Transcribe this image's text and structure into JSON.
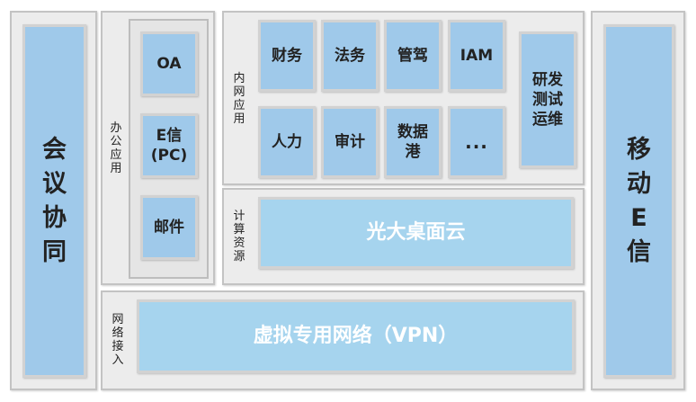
{
  "left_block": {
    "label": "会议协同"
  },
  "right_block": {
    "label": "移动E信"
  },
  "office": {
    "label": "办公应用",
    "items": [
      "OA",
      "E信\n(PC)",
      "邮件"
    ]
  },
  "intranet": {
    "label": "内网应用",
    "row1": [
      "财务",
      "法务",
      "管驾",
      "IAM"
    ],
    "row2": [
      "人力",
      "审计",
      "数据\n港",
      "..."
    ],
    "devops": "研发\n测试\n运维"
  },
  "compute": {
    "label": "计算资源",
    "desktop_cloud": "光大桌面云"
  },
  "network": {
    "label": "网络接入",
    "vpn": "虚拟专用网络（VPN）"
  },
  "colors": {
    "box_blue": "#9fc9ea",
    "panel_gray": "#ececec",
    "border_gray": "#c3c3c3"
  }
}
